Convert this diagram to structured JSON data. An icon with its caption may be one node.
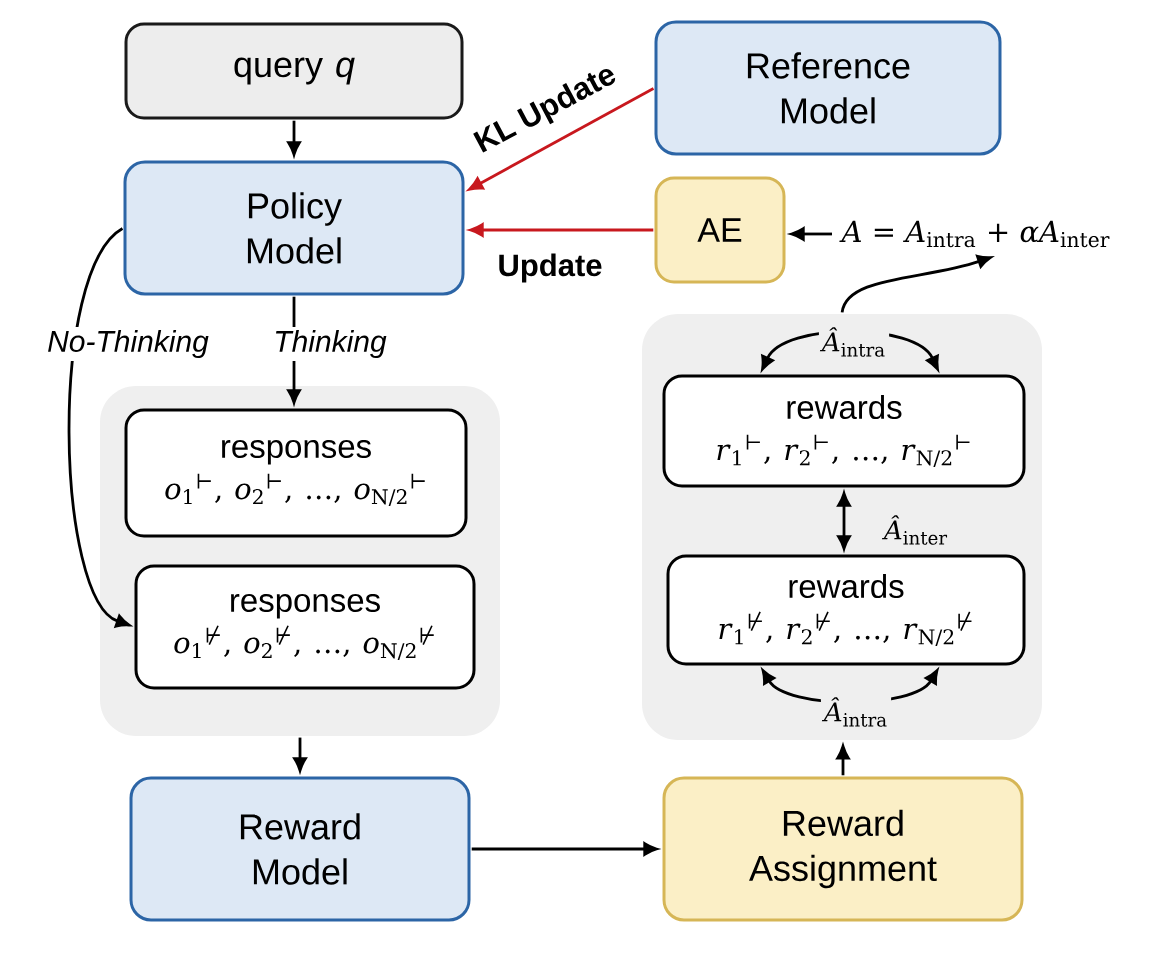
{
  "diagram": {
    "nodes": [
      {
        "text": [
          "query *q*"
        ]
      },
      {
        "text": [
          "Reference Model"
        ]
      },
      {
        "text": [
          "Policy Model"
        ]
      },
      {
        "text": [
          "AE"
        ]
      },
      {
        "text": [
          "*A* = *A*$_{intra}$ + *αA*$_{inter}$"
        ]
      },
      {
        "text": [],
        "shape": "box"
      },
      {
        "text": [
          "responses",
          "*o*$_{1}$$^{⊢}$, *o*$_{2}$$^{⊢}$, …, *o*$_{N/2}$$^{⊢}$"
        ],
        "in": 5
      },
      {
        "text": [
          "responses",
          "*o*$_{1}$$^{⊬}$, *o*$_{2}$$^{⊬}$, …, *o*$_{N/2}$$^{⊬}$"
        ],
        "in": 5
      },
      {
        "text": [],
        "shape": "box"
      },
      {
        "text": [
          "rewards",
          "*r*$_{1}$$^{⊢}$, *r*$_{2}$$^{⊢}$, …, *r*$_{N/2}$$^{⊢}$"
        ],
        "in": 8
      },
      {
        "text": [
          "rewards",
          "*r*$_{1}$$^{⊬}$, *r*$_{2}$$^{⊬}$, …, *r*$_{N/2}$$^{⊬}$"
        ],
        "in": 8
      },
      {
        "text": [
          "Reward Model"
        ]
      },
      {
        "text": [
          "Reward Assignment"
        ]
      }
    ],
    "edges": [
      {
        "from": 0,
        "to": 2,
        "arrow": "to"
      },
      {
        "from": 1,
        "to": 2,
        "arrow": "to",
        "label": "KL Update",
        "color": "#c8181e"
      },
      {
        "from": 3,
        "to": 2,
        "arrow": "to",
        "label": "Update",
        "color": "#c8181e"
      },
      {
        "from": 4,
        "to": 3,
        "arrow": "to"
      },
      {
        "from": 2,
        "to": 6,
        "arrow": "to",
        "label": "Thinking"
      },
      {
        "from": 2,
        "to": 7,
        "arrow": "to",
        "label": "No-Thinking"
      },
      {
        "from": 5,
        "to": 11,
        "arrow": "to"
      },
      {
        "from": 11,
        "to": 12,
        "arrow": "to"
      },
      {
        "from": 12,
        "to": 8,
        "arrow": "to"
      },
      {
        "from": 8,
        "to": 4,
        "arrow": "to"
      },
      {
        "from": 9,
        "to": 9,
        "arrow": "both",
        "label": "*Â*$_{intra}$"
      },
      {
        "from": 9,
        "to": 10,
        "arrow": "both",
        "label": "*Â*$_{inter}$"
      },
      {
        "from": 10,
        "to": 10,
        "arrow": "both",
        "label": "*Â*$_{intra}$"
      }
    ]
  }
}
